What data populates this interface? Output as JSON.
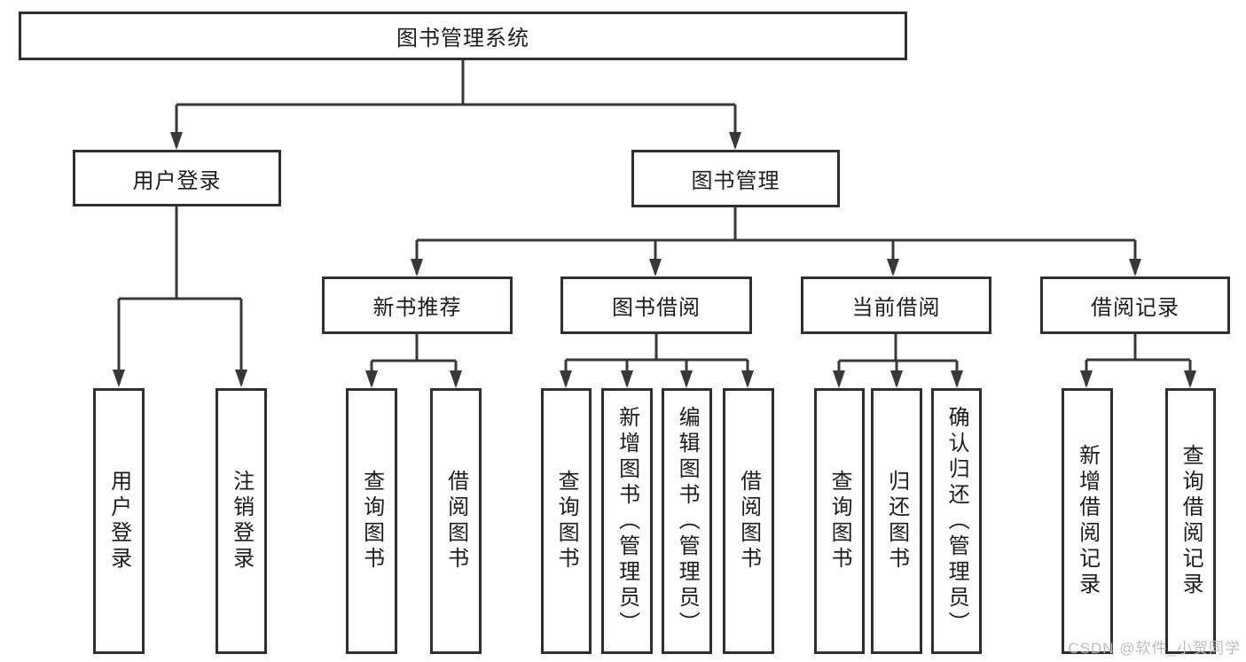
{
  "colors": {
    "background": "#ffffff",
    "box_border": "#2f2f2f",
    "line": "#383838",
    "text": "#1c1c1c",
    "watermark_text": "#bcbcbc"
  },
  "watermark": "CSDN @软件_小贺同学",
  "tree": {
    "root": {
      "label": "图书管理系统"
    },
    "children": [
      {
        "label": "用户登录",
        "children": [
          {
            "label": "用户登录"
          },
          {
            "label": "注销登录"
          }
        ]
      },
      {
        "label": "图书管理",
        "children": [
          {
            "label": "新书推荐",
            "children": [
              {
                "label": "查询图书"
              },
              {
                "label": "借阅图书"
              }
            ]
          },
          {
            "label": "图书借阅",
            "children": [
              {
                "label": "查询图书"
              },
              {
                "label": "新增图书（管理员）"
              },
              {
                "label": "编辑图书（管理员）"
              },
              {
                "label": "借阅图书"
              }
            ]
          },
          {
            "label": "当前借阅",
            "children": [
              {
                "label": "查询图书"
              },
              {
                "label": "归还图书"
              },
              {
                "label": "确认归还（管理员）"
              }
            ]
          },
          {
            "label": "借阅记录",
            "children": [
              {
                "label": "新增借阅记录"
              },
              {
                "label": "查询借阅记录"
              }
            ]
          }
        ]
      }
    ]
  }
}
